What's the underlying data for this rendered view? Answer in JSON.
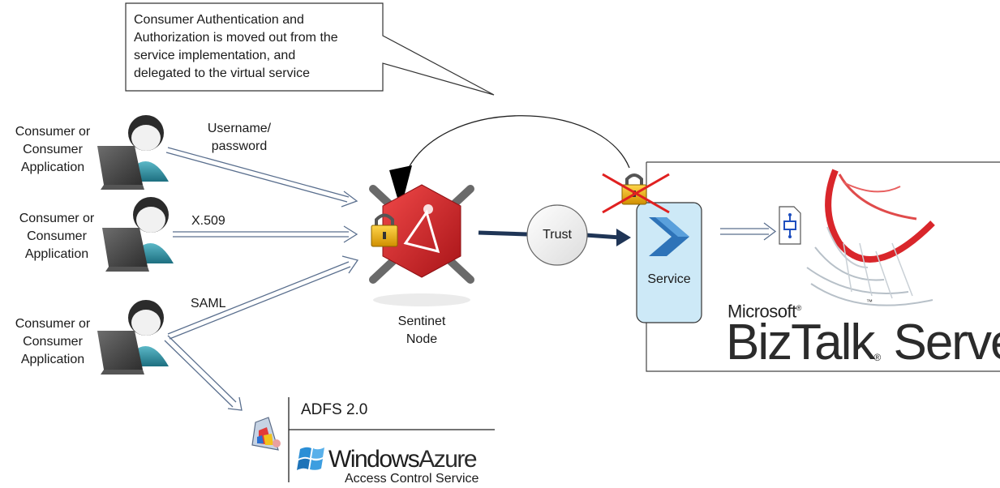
{
  "callout": {
    "text_lines": [
      "Consumer Authentication and",
      "Authorization is moved out from the",
      "service implementation, and",
      "delegated to the virtual service"
    ]
  },
  "consumers": [
    {
      "lines": [
        "Consumer or",
        "Consumer",
        "Application"
      ]
    },
    {
      "lines": [
        "Consumer or",
        "Consumer",
        "Application"
      ]
    },
    {
      "lines": [
        "Consumer or",
        "Consumer",
        "Application"
      ]
    }
  ],
  "credentials": {
    "username": [
      "Username/",
      "password"
    ],
    "x509": "X.509",
    "saml": "SAML"
  },
  "sentinet": {
    "lines": [
      "Sentinet",
      "Node"
    ]
  },
  "trust": "Trust",
  "service": "Service",
  "biztalk": {
    "microsoft": "Microsoft",
    "product": "BizTalk Server",
    "product_first": "BizTalk",
    "product_second": "Server",
    "registered": "®",
    "tm": "™"
  },
  "adfs": "ADFS 2.0",
  "azure": {
    "windows": "Windows",
    "azure": "Azure",
    "service": "Access Control Service"
  },
  "colors": {
    "arrow_outline": "#5a6f8e",
    "trust_arrow": "#1f3556",
    "service_fill": "#cde9f7",
    "sentinet_red": "#d9262b",
    "lock_gold": "#e8b21a",
    "cross_red": "#e02020"
  }
}
